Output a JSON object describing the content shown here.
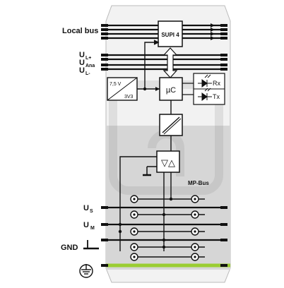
{
  "labels": {
    "local_bus": "Local bus",
    "ul_plus": "U",
    "ul_plus_sub": "L+",
    "uana": "U",
    "uana_sub": "Ana",
    "ul_minus": "U",
    "ul_minus_sub": "L-",
    "us": "U",
    "us_sub": "S",
    "um": "U",
    "um_sub": "M",
    "gnd": "GND",
    "mp_bus": "MP-Bus"
  },
  "blocks": {
    "supi": "SUPI 4",
    "uc": "µC",
    "conv_in": "7,5 V",
    "conv_out": "3V3",
    "rx": "Rx",
    "tx": "Tx",
    "driver": "▽△"
  },
  "colors": {
    "housing_fill": "#f2f2f2",
    "lower_zone": "#d6d6d6",
    "line": "#111111",
    "pe_green": "#9acd32"
  },
  "icons": [
    "ground-symbol-icon",
    "protective-earth-icon",
    "led-rx-icon",
    "led-tx-icon",
    "dc-dc-converter-icon",
    "isolator-icon",
    "bidirectional-arrow-icon"
  ]
}
